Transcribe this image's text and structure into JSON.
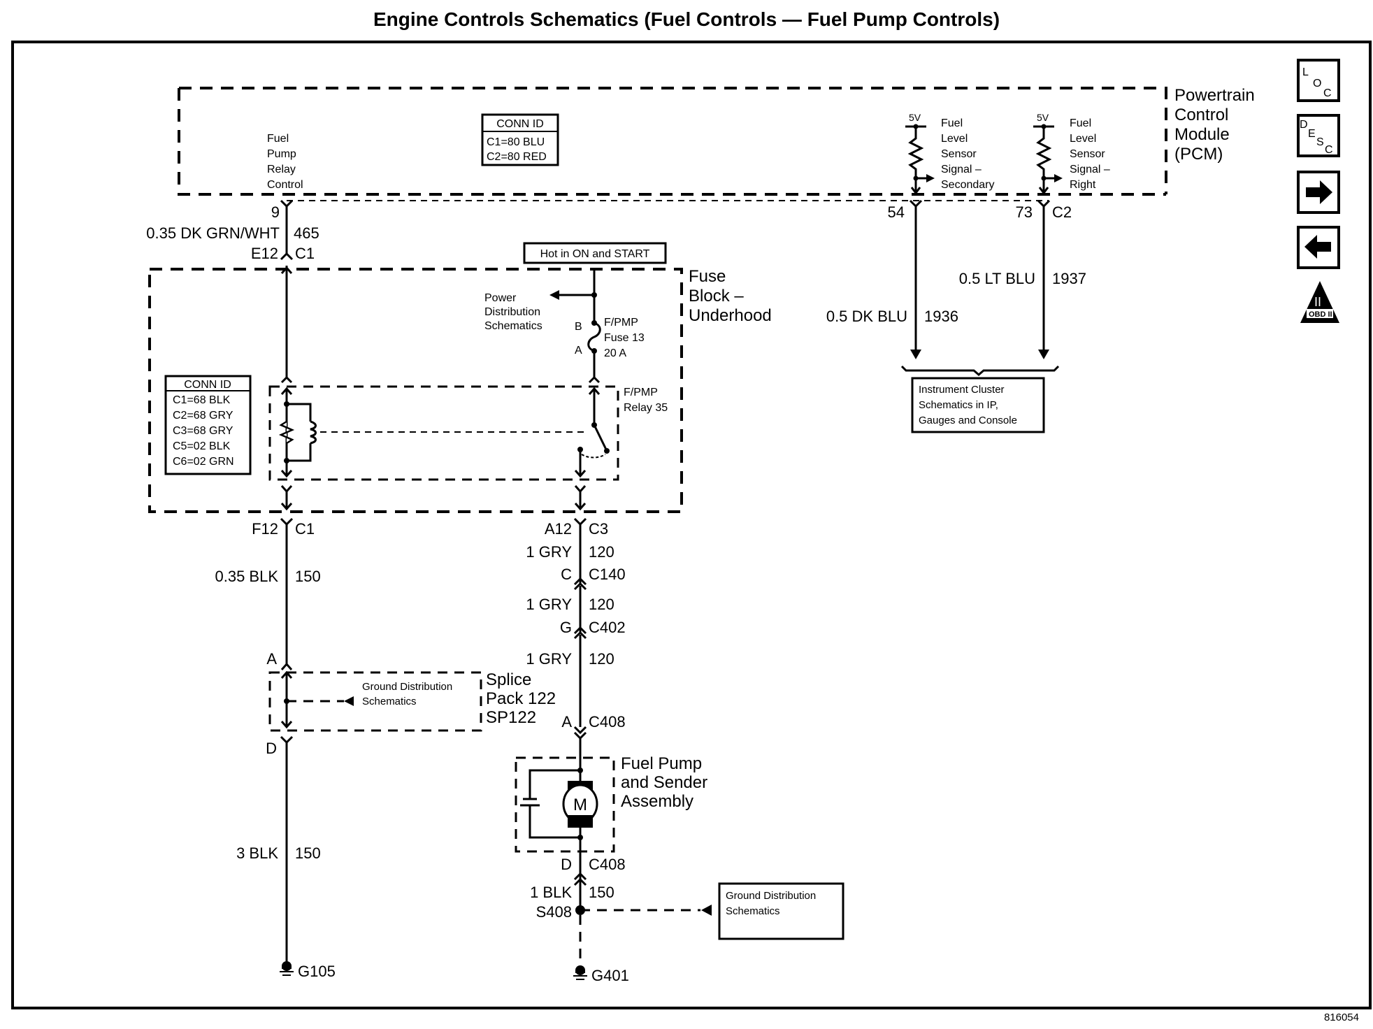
{
  "title": "Engine Controls Schematics (Fuel Controls — Fuel Pump Controls)",
  "figure_id": "816054",
  "nav": {
    "loc_label": [
      "L",
      "O",
      "C"
    ],
    "desc_label": [
      "D",
      "E",
      "S",
      "C"
    ],
    "next_icon": "arrow-right",
    "prev_icon": "arrow-left",
    "obd_label": "OBD II",
    "obd_numeral": "II"
  },
  "pcm": {
    "name": [
      "Powertrain",
      "Control",
      "Module",
      "(PCM)"
    ],
    "conn_id": {
      "header": "CONN ID",
      "rows": [
        "C1=80 BLU",
        "C2=80 RED"
      ]
    },
    "relay_control_label": [
      "Fuel",
      "Pump",
      "Relay",
      "Control"
    ],
    "sensor_secondary": {
      "voltage": "5V",
      "label": [
        "Fuel",
        "Level",
        "Sensor",
        "Signal –",
        "Secondary"
      ]
    },
    "sensor_right": {
      "voltage": "5V",
      "label": [
        "Fuel",
        "Level",
        "Sensor",
        "Signal –",
        "Right"
      ]
    }
  },
  "wires": {
    "w465": {
      "pin": "9",
      "gauge_color": "0.35 DK GRN/WHT",
      "circuit": "465",
      "pin_bottom": "E12",
      "conn_bottom": "C1"
    },
    "w1936": {
      "pin": "54",
      "gauge_color": "0.5 DK BLU",
      "circuit": "1936"
    },
    "w1937": {
      "pin": "73",
      "conn": "C2",
      "gauge_color": "0.5 LT BLU",
      "circuit": "1937"
    },
    "w150a": {
      "pin": "F12",
      "conn": "C1",
      "gauge_color": "0.35 BLK",
      "circuit": "150"
    },
    "w120": {
      "pin": "A12",
      "conn": "C3",
      "gauge_color": "1 GRY",
      "circuit": "120"
    },
    "c140": {
      "pin": "C",
      "conn": "C140"
    },
    "w120b": {
      "gauge_color": "1 GRY",
      "circuit": "120"
    },
    "c402": {
      "pin": "G",
      "conn": "C402"
    },
    "w120c": {
      "gauge_color": "1 GRY",
      "circuit": "120"
    },
    "c408a": {
      "pin": "A",
      "conn": "C408"
    },
    "c408d": {
      "pin": "D",
      "conn": "C408"
    },
    "w150b": {
      "gauge_color": "1 BLK",
      "circuit": "150",
      "splice": "S408"
    },
    "w150c": {
      "gauge_color": "3 BLK",
      "circuit": "150"
    },
    "sp_top": "A",
    "sp_bot": "D"
  },
  "fuse_block": {
    "name": [
      "Fuse",
      "Block –",
      "Underhood"
    ],
    "hot_label": "Hot in ON and START",
    "power_dist": [
      "Power",
      "Distribution",
      "Schematics"
    ],
    "fuse_pins": {
      "b": "B",
      "a": "A"
    },
    "fuse_label": [
      "F/PMP",
      "Fuse 13",
      "20 A"
    ],
    "relay_label": [
      "F/PMP",
      "Relay 35"
    ],
    "conn_id": {
      "header": "CONN ID",
      "rows": [
        "C1=68 BLK",
        "C2=68 GRY",
        "C3=68 GRY",
        "C5=02 BLK",
        "C6=02 GRN"
      ]
    }
  },
  "instrument_cluster": [
    "Instrument Cluster",
    "Schematics in IP,",
    "Gauges and Console"
  ],
  "splice_pack": {
    "name": [
      "Splice",
      "Pack 122",
      "SP122"
    ],
    "ground_ref": [
      "Ground Distribution",
      "Schematics"
    ]
  },
  "fuel_pump": {
    "name": [
      "Fuel Pump",
      "and Sender",
      "Assembly"
    ],
    "motor_label": "M"
  },
  "ground_ref2": [
    "Ground Distribution",
    "Schematics"
  ],
  "grounds": {
    "left": "G105",
    "right": "G401"
  }
}
